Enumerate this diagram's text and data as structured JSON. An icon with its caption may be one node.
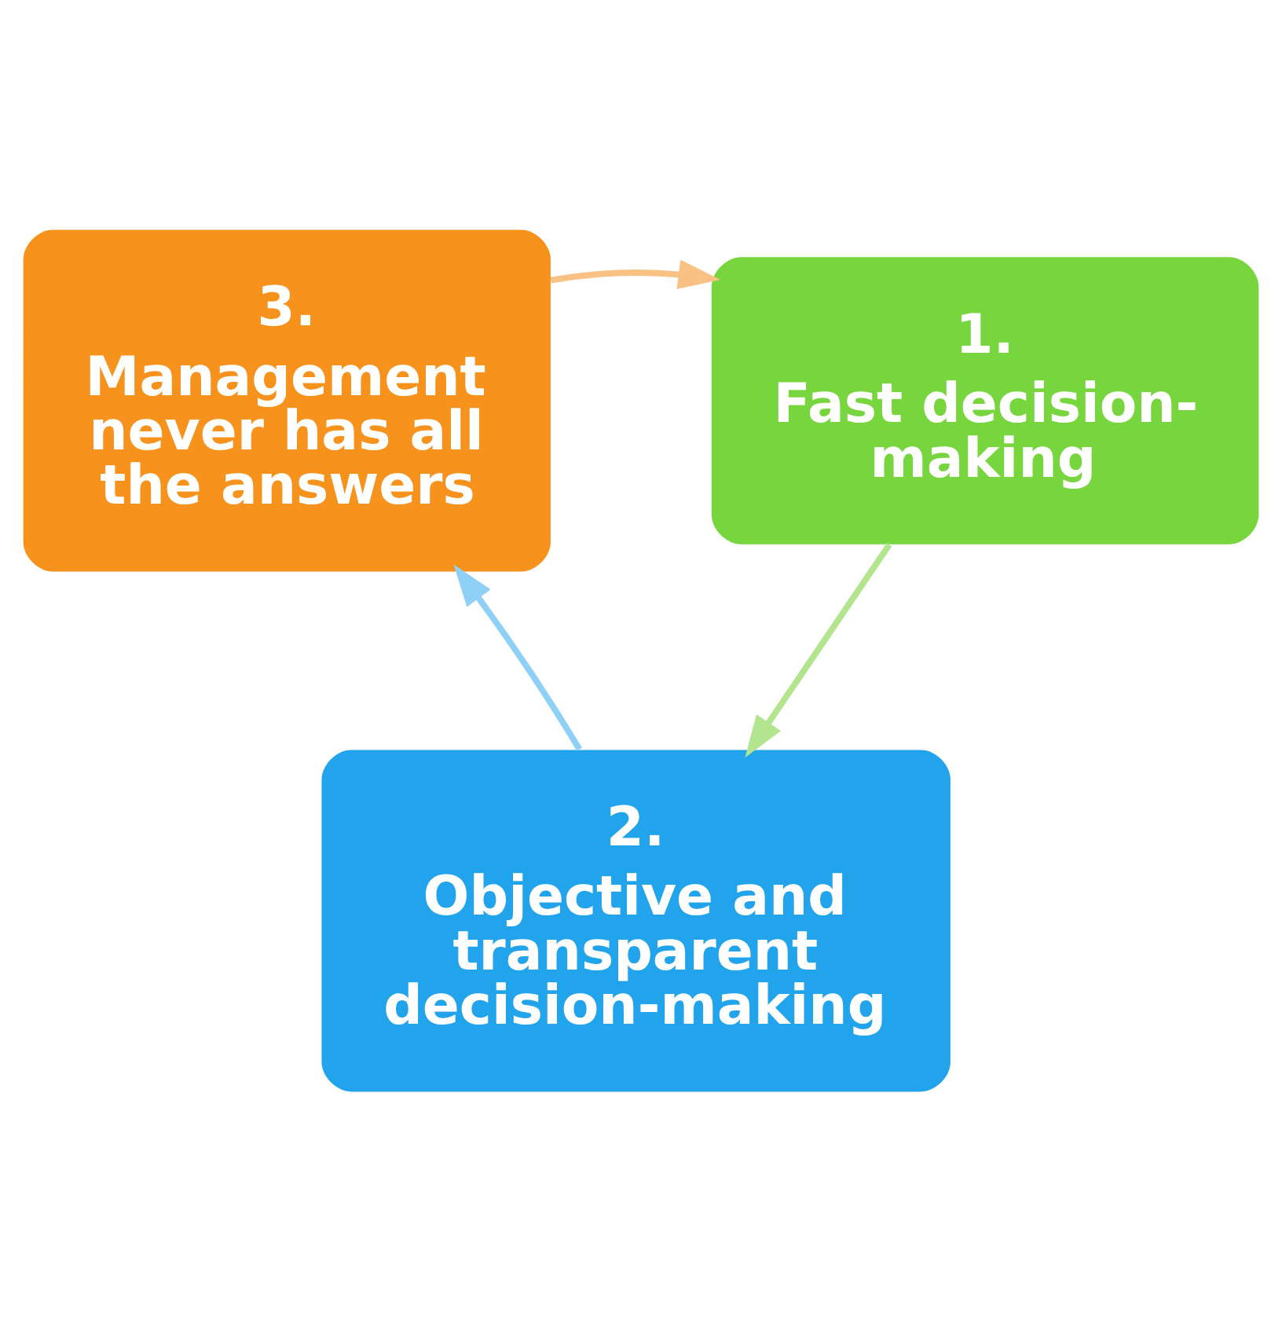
{
  "diagram": {
    "nodes": [
      {
        "text": [
          "1.",
          "Fast decision-making"
        ]
      },
      {
        "text": [
          "2.",
          "Objective and transparent decision-making"
        ]
      },
      {
        "text": [
          "3.",
          "Management never has all the answers"
        ]
      }
    ],
    "edges": [
      {
        "from": 0,
        "to": 1,
        "arrow": "to",
        "color": "#b3e58f"
      },
      {
        "from": 1,
        "to": 2,
        "arrow": "to",
        "color": "#8fd0f7"
      },
      {
        "from": 2,
        "to": 0,
        "arrow": "to",
        "color": "#f9c184"
      }
    ]
  }
}
